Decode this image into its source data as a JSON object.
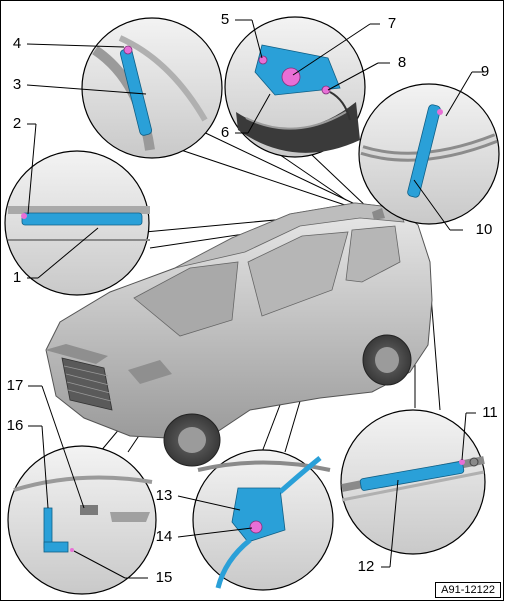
{
  "callouts": {
    "c1": "1",
    "c2": "2",
    "c3": "3",
    "c4": "4",
    "c5": "5",
    "c6": "6",
    "c7": "7",
    "c8": "8",
    "c9": "9",
    "c10": "10",
    "c11": "11",
    "c12": "12",
    "c13": "13",
    "c14": "14",
    "c15": "15",
    "c16": "16",
    "c17": "17"
  },
  "figure_id": "A91-12122",
  "colors": {
    "antenna": "#2aa0d8",
    "connector": "#e86fd6",
    "outline": "#000000",
    "vehicle": "#d4d4d4"
  }
}
